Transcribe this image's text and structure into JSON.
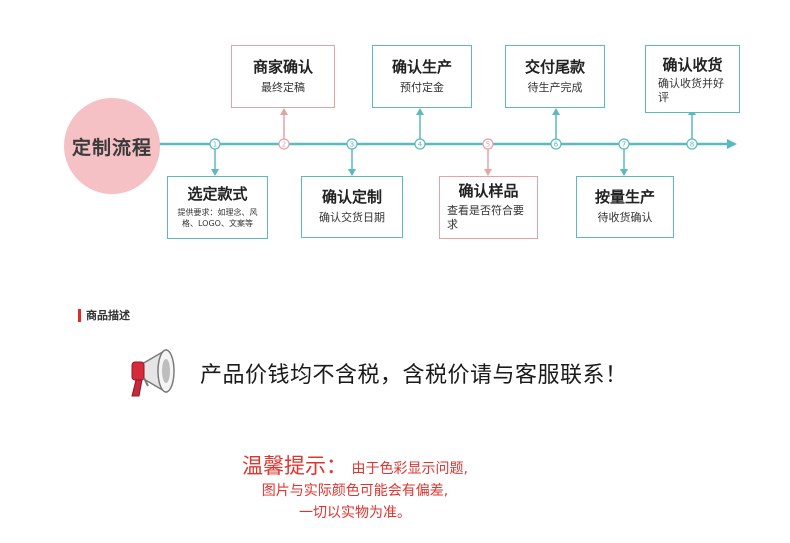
{
  "flow": {
    "badge_label": "定制流程",
    "steps": [
      {
        "num": "1",
        "title": "选定款式",
        "desc": "提供要求：如理念、风格、LOGO、文案等",
        "position": "below",
        "color": "#5bb9c2"
      },
      {
        "num": "2",
        "title": "商家确认",
        "desc": "最终定稿",
        "position": "above",
        "color": "#e3a3a7"
      },
      {
        "num": "3",
        "title": "确认定制",
        "desc": "确认交货日期",
        "position": "below",
        "color": "#5bb9c2"
      },
      {
        "num": "4",
        "title": "确认生产",
        "desc": "预付定金",
        "position": "above",
        "color": "#5bb9c2"
      },
      {
        "num": "5",
        "title": "确认样品",
        "desc": "查看是否符合要求",
        "position": "below",
        "color": "#e3a3a7"
      },
      {
        "num": "6",
        "title": "交付尾款",
        "desc": "待生产完成",
        "position": "above",
        "color": "#5bb9c2"
      },
      {
        "num": "7",
        "title": "按量生产",
        "desc": "待收货确认",
        "position": "below",
        "color": "#5bb9c2"
      },
      {
        "num": "8",
        "title": "确认收货",
        "desc": "确认收货并好评",
        "position": "above",
        "color": "#5bb9c2"
      }
    ],
    "line_color": "#5bb9c2",
    "badge_color": "#f6c1c5"
  },
  "section": {
    "label": "商品描述",
    "accent": "#e02a2a"
  },
  "notice": {
    "icon": "megaphone-icon",
    "text": "产品价钱均不含税，含税价请与客服联系！"
  },
  "tip": {
    "heading": "温馨提示：",
    "line1": "由于色彩显示问题,",
    "line2": "图片与实际颜色可能会有偏差,",
    "line3": "一切以实物为准。",
    "color": "#e0342f"
  }
}
